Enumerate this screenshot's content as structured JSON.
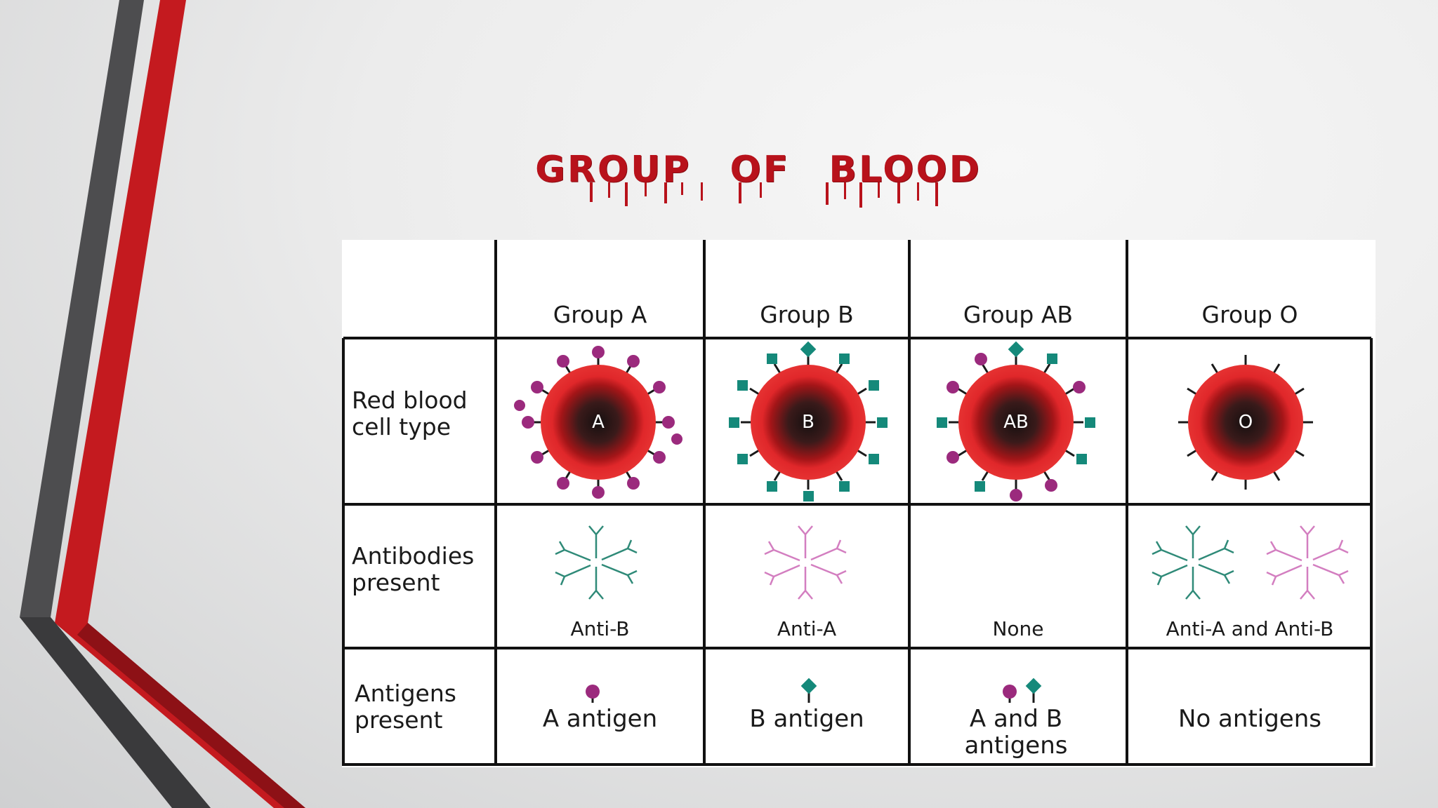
{
  "slide": {
    "title": "GROUP   OF   BLOOD",
    "colors": {
      "accent_red": "#b8121b",
      "stripe_gray": "#4a4a4a",
      "stripe_red": "#c41a1f",
      "antigen_a": "#9b2a7d",
      "antigen_b": "#15897a"
    }
  },
  "table": {
    "columns": [
      "Group A",
      "Group B",
      "Group AB",
      "Group O"
    ],
    "rows": {
      "cell_type_label": "Red blood cell type",
      "antibodies_label": "Antibodies present",
      "antigens_label": "Antigens present"
    },
    "cells": [
      "A",
      "B",
      "AB",
      "O"
    ],
    "antibodies": [
      "Anti-B",
      "Anti-A",
      "None",
      "Anti-A and Anti-B"
    ],
    "antigens": [
      "A antigen",
      "B antigen",
      "A and B antigens",
      "No antigens"
    ]
  }
}
